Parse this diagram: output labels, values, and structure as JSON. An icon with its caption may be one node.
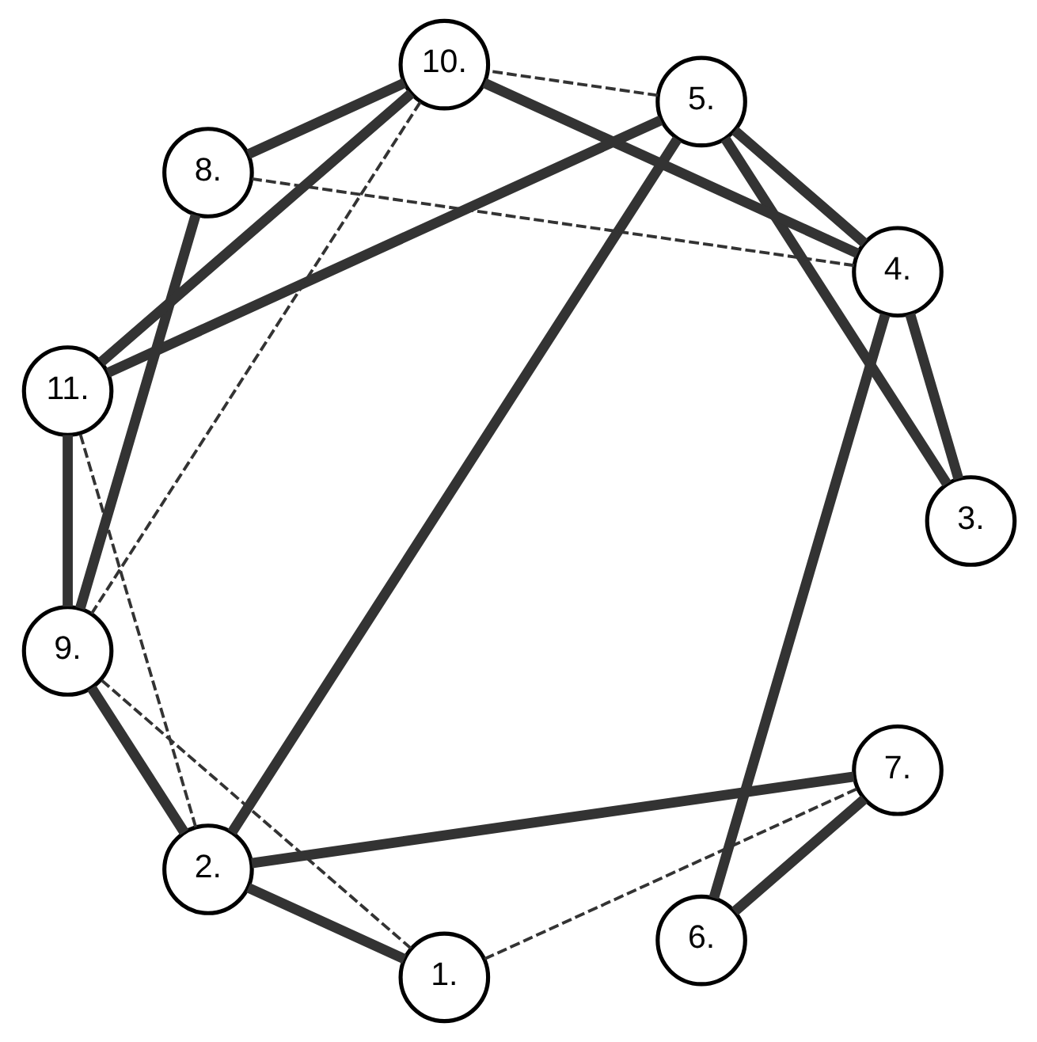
{
  "diagram": {
    "nodes": [
      {
        "text": [
          "1."
        ]
      },
      {
        "text": [
          "2."
        ]
      },
      {
        "text": [
          "3."
        ]
      },
      {
        "text": [
          "4."
        ]
      },
      {
        "text": [
          "5."
        ]
      },
      {
        "text": [
          "6."
        ]
      },
      {
        "text": [
          "7."
        ]
      },
      {
        "text": [
          "8."
        ]
      },
      {
        "text": [
          "9."
        ]
      },
      {
        "text": [
          "10."
        ]
      },
      {
        "text": [
          "11."
        ]
      }
    ],
    "edges": [
      {
        "from": 0,
        "to": 1,
        "arrow": "none"
      },
      {
        "from": 2,
        "to": 3,
        "arrow": "none"
      },
      {
        "from": 3,
        "to": 4,
        "arrow": "none"
      },
      {
        "from": 5,
        "to": 6,
        "arrow": "none"
      },
      {
        "from": 10,
        "to": 9,
        "arrow": "none"
      },
      {
        "from": 8,
        "to": 7,
        "arrow": "none"
      },
      {
        "from": 9,
        "to": 8,
        "arrow": "none",
        "style": "dashed"
      },
      {
        "from": 2,
        "to": 4,
        "arrow": "none"
      },
      {
        "from": 1,
        "to": 4,
        "arrow": "none"
      },
      {
        "from": 3,
        "to": 5,
        "arrow": "none"
      },
      {
        "from": 3,
        "to": 9,
        "arrow": "none"
      },
      {
        "from": 4,
        "to": 10,
        "arrow": "none"
      },
      {
        "from": 1,
        "to": 6,
        "arrow": "none"
      },
      {
        "from": 1,
        "to": 8,
        "arrow": "none"
      },
      {
        "from": 10,
        "to": 8,
        "arrow": "none"
      },
      {
        "from": 9,
        "to": 7,
        "arrow": "none"
      },
      {
        "from": 3,
        "to": 7,
        "arrow": "none",
        "style": "dashed"
      },
      {
        "from": 4,
        "to": 9,
        "arrow": "none",
        "style": "dashed"
      },
      {
        "from": 1,
        "to": 10,
        "arrow": "none",
        "style": "dashed"
      },
      {
        "from": 0,
        "to": 6,
        "arrow": "none",
        "style": "dashed"
      },
      {
        "from": 0,
        "to": 8,
        "arrow": "none",
        "style": "dashed"
      }
    ]
  }
}
